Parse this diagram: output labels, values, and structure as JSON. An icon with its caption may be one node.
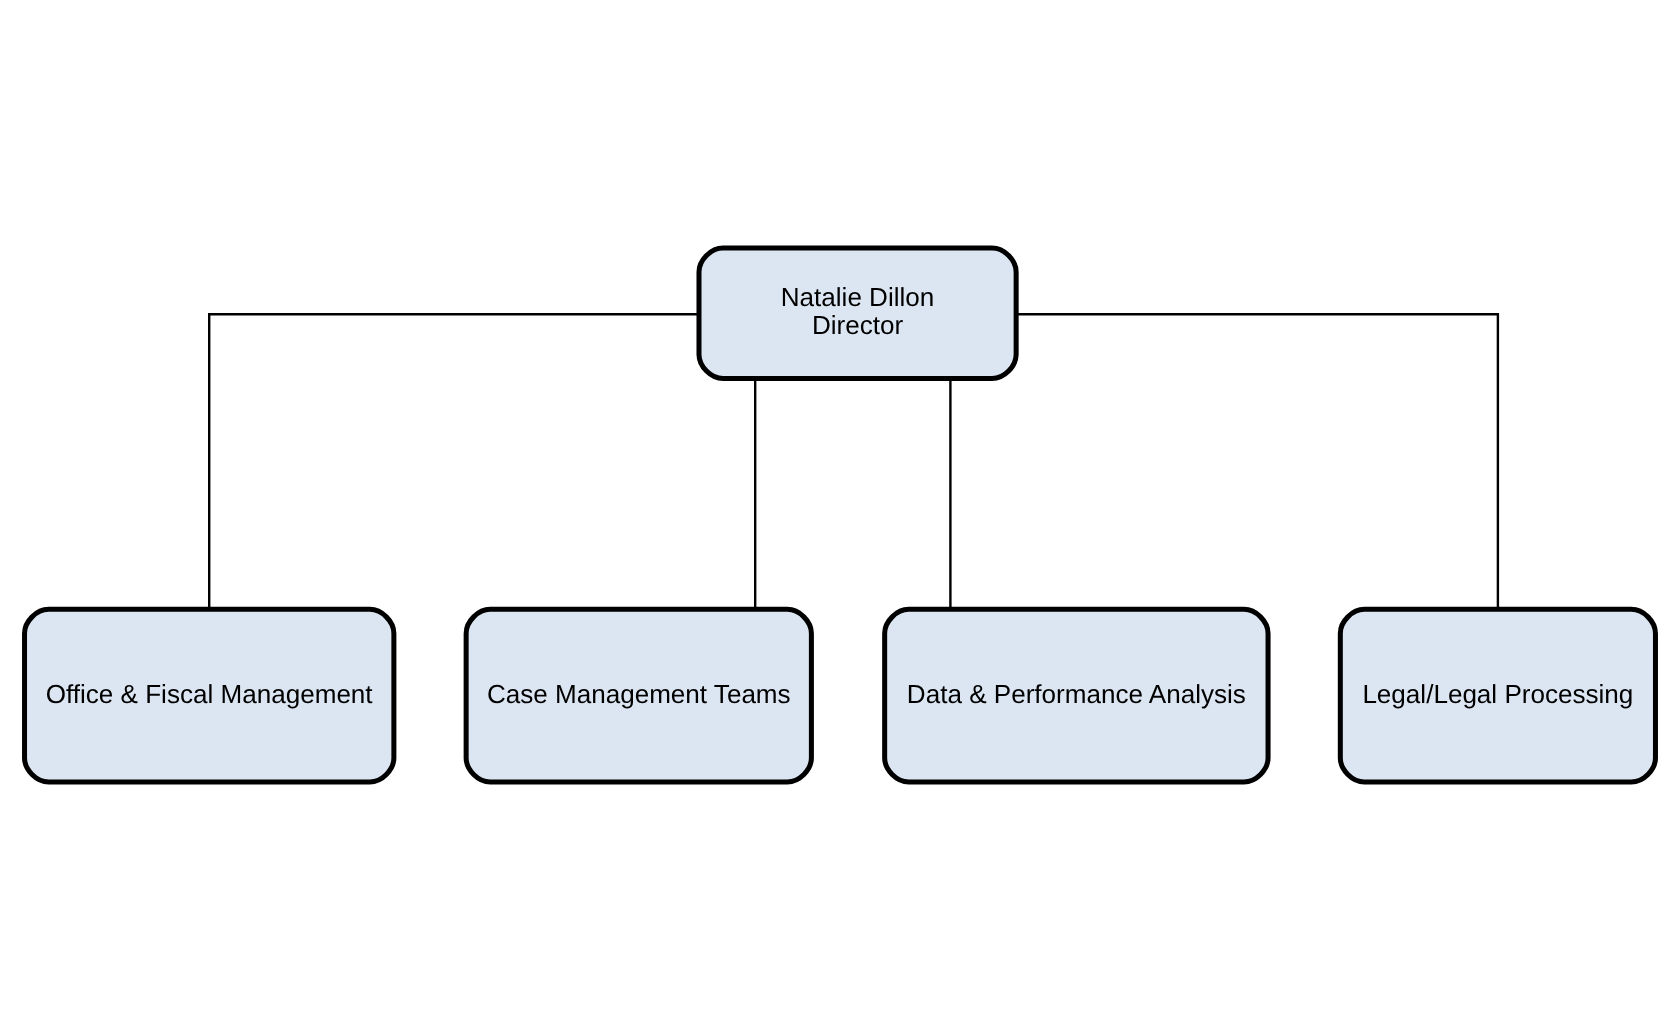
{
  "diagram": {
    "nodes": [
      {
        "text": [
          "Natalie Dillon",
          "Director"
        ]
      },
      {
        "text": [
          "Office & Fiscal Management"
        ]
      },
      {
        "text": [
          "Case Management Teams"
        ]
      },
      {
        "text": [
          "Data & Performance Analysis"
        ]
      },
      {
        "text": [
          "Legal/Legal Processing"
        ]
      }
    ],
    "edges": [
      {
        "from": 0,
        "to": 1,
        "arrow": "none"
      },
      {
        "from": 0,
        "to": 2,
        "arrow": "none"
      },
      {
        "from": 0,
        "to": 3,
        "arrow": "none"
      },
      {
        "from": 0,
        "to": 4,
        "arrow": "none"
      }
    ]
  }
}
